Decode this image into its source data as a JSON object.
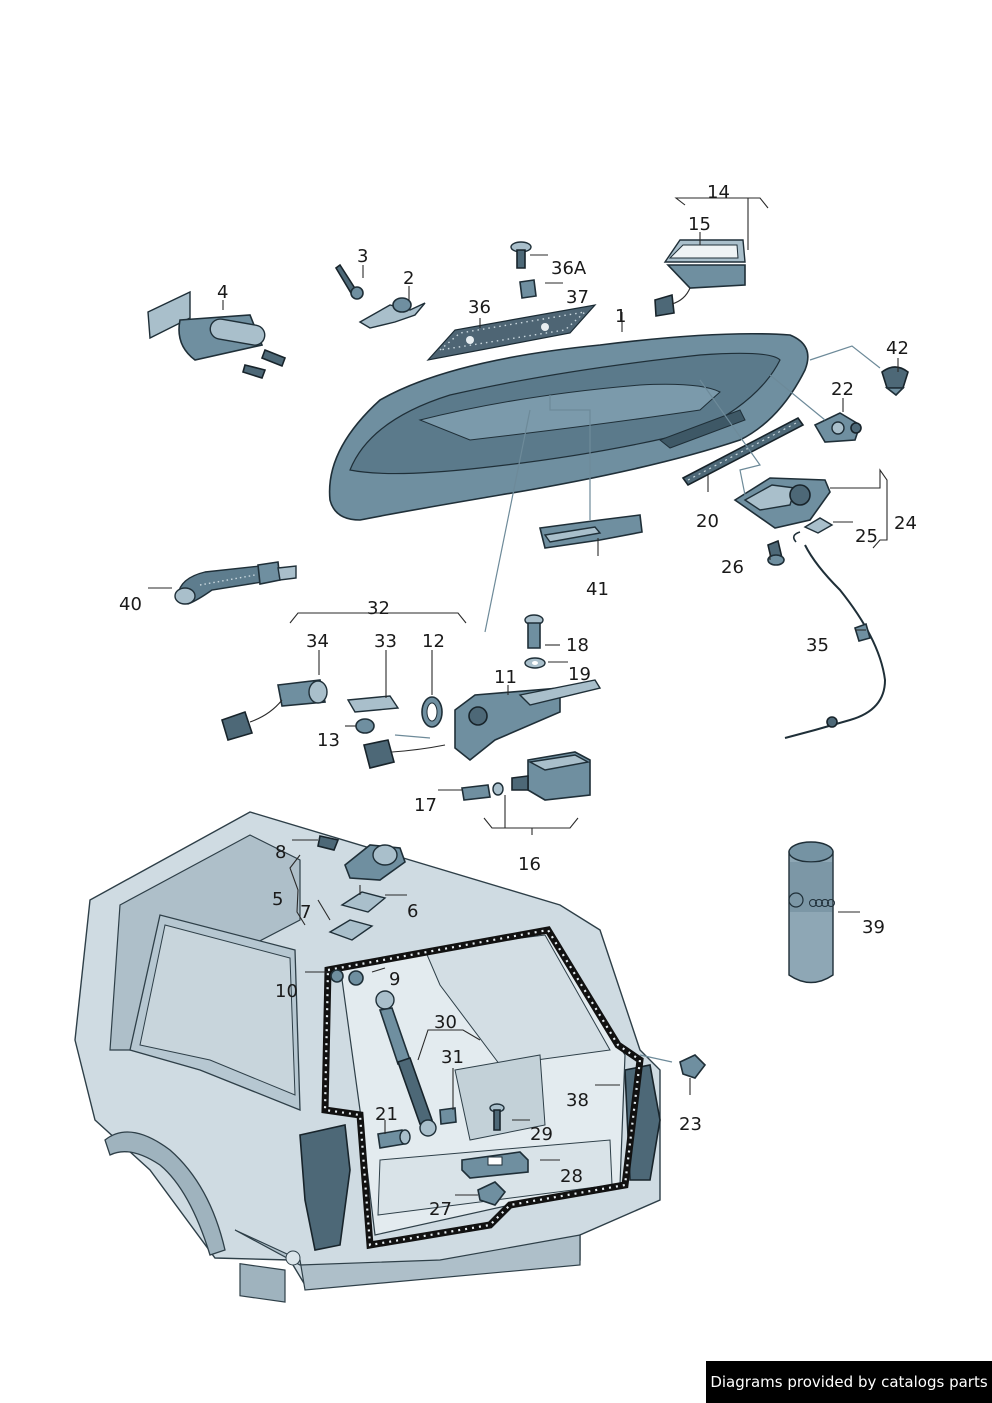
{
  "footer": {
    "text": "Diagrams provided by catalogs parts"
  },
  "labels": {
    "l1": "1",
    "l2": "2",
    "l3": "3",
    "l4": "4",
    "l5": "5",
    "l6": "6",
    "l7": "7",
    "l8": "8",
    "l9": "9",
    "l10": "10",
    "l11": "11",
    "l12": "12",
    "l13": "13",
    "l14": "14",
    "l15": "15",
    "l16": "16",
    "l17": "17",
    "l18": "18",
    "l19": "19",
    "l20": "20",
    "l21": "21",
    "l22": "22",
    "l23": "23",
    "l24": "24",
    "l25": "25",
    "l26": "26",
    "l27": "27",
    "l28": "28",
    "l29": "29",
    "l30": "30",
    "l31": "31",
    "l32": "32",
    "l33": "33",
    "l34": "34",
    "l35": "35",
    "l36": "36",
    "l36A": "36A",
    "l37": "37",
    "l38": "38",
    "l39": "39",
    "l40": "40",
    "l41": "41",
    "l42": "42"
  }
}
